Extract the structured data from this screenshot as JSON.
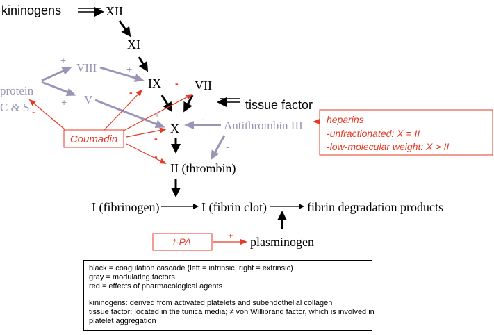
{
  "colors": {
    "black": "#000000",
    "gray": "#9896b6",
    "red": "#e53a24"
  },
  "nodes": {
    "kininogens": "kininogens",
    "xii": "XII",
    "xi": "XI",
    "ix": "IX",
    "vii": "VII",
    "tissue_factor": "tissue factor",
    "x": "X",
    "ii": "II (thrombin)",
    "fibrinogen": "I (fibrinogen)",
    "fibrin_clot": "I (fibrin clot)",
    "fdp": "fibrin degradation products",
    "plasminogen": "plasminogen"
  },
  "modulators": {
    "protein_line1": "protein",
    "protein_line2": "C & S",
    "viii": "VIII",
    "v": "V",
    "antithrombin": "Antithrombin III"
  },
  "drugs": {
    "coumadin": "Coumadin",
    "tpa": "t-PA",
    "heparins": [
      "heparins",
      "-unfractionated: X = II",
      "-low-molecular weight: X > II"
    ]
  },
  "signs": {
    "plus": "+",
    "minus": "-"
  },
  "legend": {
    "lines": [
      "black = coagulation cascade (left = intrinsic, right = extrinsic)",
      "gray = modulating factors",
      "red = effects of pharmacological agents",
      "kininogens:  derived from activated platelets and subendothelial collagen",
      "tissue factor:  located in the tunica media;  ≠ von Willibrand factor, which is involved in",
      "platelet aggregation"
    ]
  }
}
